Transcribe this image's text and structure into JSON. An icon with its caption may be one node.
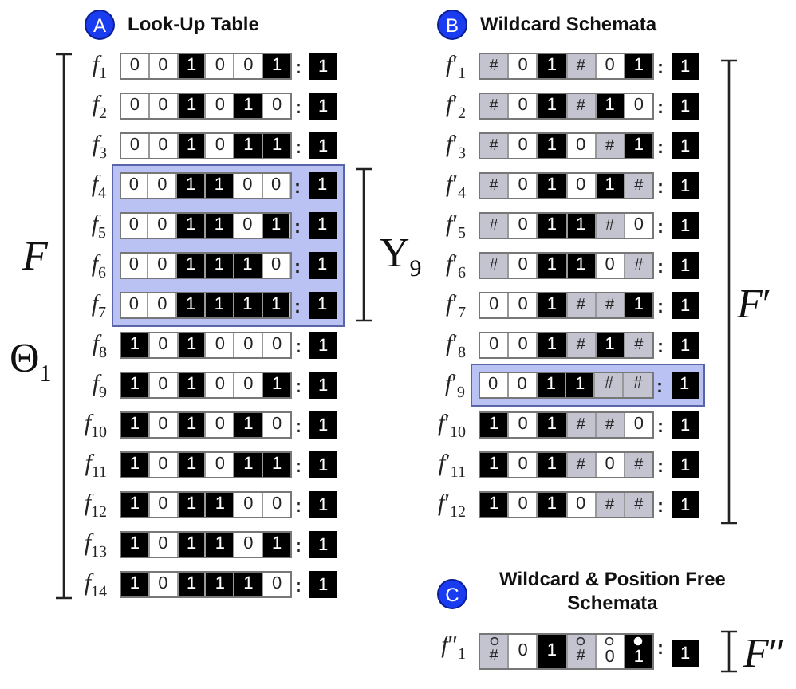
{
  "diagram": {
    "nodes": [
      {
        "text": [
          "A"
        ],
        "beside": [
          "Look-Up Table"
        ]
      },
      {
        "text": [
          "0",
          "0",
          "1",
          "0",
          "0",
          "1"
        ],
        "beside": [
          "*f*$_{1}$",
          ":"
        ]
      },
      {
        "text": [
          "1"
        ]
      },
      {
        "text": [
          "0",
          "0",
          "1",
          "0",
          "1",
          "0"
        ],
        "beside": [
          "*f*$_{2}$",
          ":"
        ]
      },
      {
        "text": [
          "1"
        ]
      },
      {
        "text": [
          "0",
          "0",
          "1",
          "0",
          "1",
          "1"
        ],
        "beside": [
          "*f*$_{3}$",
          ":"
        ]
      },
      {
        "text": [
          "1"
        ]
      },
      {
        "text": [],
        "shape": "box"
      },
      {
        "text": [
          "0",
          "0",
          "1",
          "1",
          "0",
          "0"
        ],
        "beside": [
          "*f*$_{4}$",
          ":"
        ],
        "in": 7
      },
      {
        "text": [
          "1"
        ],
        "in": 7
      },
      {
        "text": [
          "0",
          "0",
          "1",
          "1",
          "0",
          "1"
        ],
        "beside": [
          "*f*$_{5}$",
          ":"
        ],
        "in": 7
      },
      {
        "text": [
          "1"
        ],
        "in": 7
      },
      {
        "text": [
          "0",
          "0",
          "1",
          "1",
          "1",
          "0"
        ],
        "beside": [
          "*f*$_{6}$",
          ":"
        ],
        "in": 7
      },
      {
        "text": [
          "1"
        ],
        "in": 7
      },
      {
        "text": [
          "0",
          "0",
          "1",
          "1",
          "1",
          "1"
        ],
        "beside": [
          "*f*$_{7}$",
          ":"
        ],
        "in": 7
      },
      {
        "text": [
          "1"
        ],
        "in": 7
      },
      {
        "text": [
          "1",
          "0",
          "1",
          "0",
          "0",
          "0"
        ],
        "beside": [
          "*f*$_{8}$",
          ":"
        ]
      },
      {
        "text": [
          "1"
        ]
      },
      {
        "text": [
          "1",
          "0",
          "1",
          "0",
          "0",
          "1"
        ],
        "beside": [
          "*f*$_{9}$",
          ":"
        ]
      },
      {
        "text": [
          "1"
        ]
      },
      {
        "text": [
          "1",
          "0",
          "1",
          "0",
          "1",
          "0"
        ],
        "beside": [
          "*f*$_{10}$",
          ":"
        ]
      },
      {
        "text": [
          "1"
        ]
      },
      {
        "text": [
          "1",
          "0",
          "1",
          "0",
          "1",
          "1"
        ],
        "beside": [
          "*f*$_{11}$",
          ":"
        ]
      },
      {
        "text": [
          "1"
        ]
      },
      {
        "text": [
          "1",
          "0",
          "1",
          "1",
          "0",
          "0"
        ],
        "beside": [
          "*f*$_{12}$",
          ":"
        ]
      },
      {
        "text": [
          "1"
        ]
      },
      {
        "text": [
          "1",
          "0",
          "1",
          "1",
          "0",
          "1"
        ],
        "beside": [
          "*f*$_{13}$",
          ":"
        ]
      },
      {
        "text": [
          "1"
        ]
      },
      {
        "text": [
          "1",
          "0",
          "1",
          "1",
          "1",
          "0"
        ],
        "beside": [
          "*f*$_{14}$",
          ":"
        ]
      },
      {
        "text": [
          "1"
        ]
      },
      {
        "text": [
          "B"
        ],
        "beside": [
          "Wildcard Schemata"
        ]
      },
      {
        "text": [
          "#",
          "0",
          "1",
          "#",
          "0",
          "1"
        ],
        "beside": [
          "*f*′$_{1}$",
          ":"
        ]
      },
      {
        "text": [
          "1"
        ]
      },
      {
        "text": [
          "#",
          "0",
          "1",
          "#",
          "1",
          "0"
        ],
        "beside": [
          "*f*′$_{2}$",
          ":"
        ]
      },
      {
        "text": [
          "1"
        ]
      },
      {
        "text": [
          "#",
          "0",
          "1",
          "0",
          "#",
          "1"
        ],
        "beside": [
          "*f*′$_{3}$",
          ":"
        ]
      },
      {
        "text": [
          "1"
        ]
      },
      {
        "text": [
          "#",
          "0",
          "1",
          "0",
          "1",
          "#"
        ],
        "beside": [
          "*f*′$_{4}$",
          ":"
        ]
      },
      {
        "text": [
          "1"
        ]
      },
      {
        "text": [
          "#",
          "0",
          "1",
          "1",
          "#",
          "0"
        ],
        "beside": [
          "*f*′$_{5}$",
          ":"
        ]
      },
      {
        "text": [
          "1"
        ]
      },
      {
        "text": [
          "#",
          "0",
          "1",
          "1",
          "0",
          "#"
        ],
        "beside": [
          "*f*′$_{6}$",
          ":"
        ]
      },
      {
        "text": [
          "1"
        ]
      },
      {
        "text": [
          "0",
          "0",
          "1",
          "#",
          "#",
          "1"
        ],
        "beside": [
          "*f*′$_{7}$",
          ":"
        ]
      },
      {
        "text": [
          "1"
        ]
      },
      {
        "text": [
          "0",
          "0",
          "1",
          "#",
          "1",
          "#"
        ],
        "beside": [
          "*f*′$_{8}$",
          ":"
        ]
      },
      {
        "text": [
          "1"
        ]
      },
      {
        "text": [],
        "shape": "box"
      },
      {
        "text": [
          "0",
          "0",
          "1",
          "1",
          "#",
          "#"
        ],
        "beside": [
          "*f*′$_{9}$",
          ":"
        ],
        "in": 47
      },
      {
        "text": [
          "1"
        ],
        "in": 47
      },
      {
        "text": [
          "1",
          "0",
          "1",
          "#",
          "#",
          "0"
        ],
        "beside": [
          "*f*′$_{10}$",
          ":"
        ]
      },
      {
        "text": [
          "1"
        ]
      },
      {
        "text": [
          "1",
          "0",
          "1",
          "#",
          "0",
          "#"
        ],
        "beside": [
          "*f*′$_{11}$",
          ":"
        ]
      },
      {
        "text": [
          "1"
        ]
      },
      {
        "text": [
          "1",
          "0",
          "1",
          "0",
          "#",
          "#"
        ],
        "beside": [
          "*f*′$_{12}$",
          ":"
        ]
      },
      {
        "text": [
          "1"
        ]
      },
      {
        "text": [
          "C"
        ],
        "beside": [
          "Wildcard & Position Free Schemata"
        ]
      },
      {
        "text": [
          "#",
          "0",
          "1",
          "#",
          "0",
          "1"
        ],
        "beside": [
          "*f*″$_{1}$",
          ":"
        ]
      },
      {
        "text": [
          "1"
        ]
      }
    ],
    "labels": [
      "*F*",
      "Θ$_{1}$",
      "Υ$_{9}$",
      "*F*′",
      "*F*″"
    ]
  }
}
